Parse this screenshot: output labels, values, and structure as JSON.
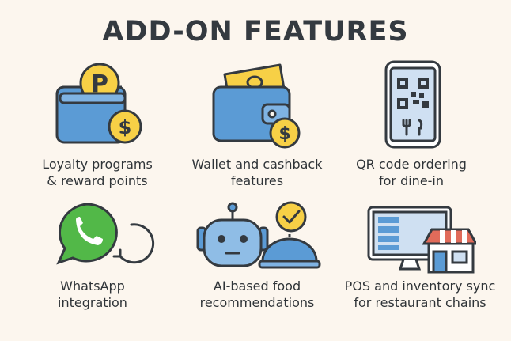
{
  "title": "ADD-ON FEATURES",
  "features": [
    {
      "line1": "Loyalty programs",
      "line2": "& reward points",
      "icon": "loyalty-wallet-icon"
    },
    {
      "line1": "Wallet and cashback",
      "line2": "features",
      "icon": "wallet-cashback-icon"
    },
    {
      "line1": "QR code ordering",
      "line2": "for dine-in",
      "icon": "qr-phone-icon"
    },
    {
      "line1": "WhatsApp",
      "line2": "integration",
      "icon": "whatsapp-icon"
    },
    {
      "line1": "AI-based food",
      "line2": "recommendations",
      "icon": "robot-cloche-icon"
    },
    {
      "line1": "POS and inventory sync",
      "line2": "for restaurant chains",
      "icon": "pos-store-icon"
    }
  ],
  "colors": {
    "background": "#fcf6ee",
    "blue": "#5b9bd5",
    "yellow": "#f7d046",
    "green": "#52b848",
    "outline": "#343a40"
  }
}
